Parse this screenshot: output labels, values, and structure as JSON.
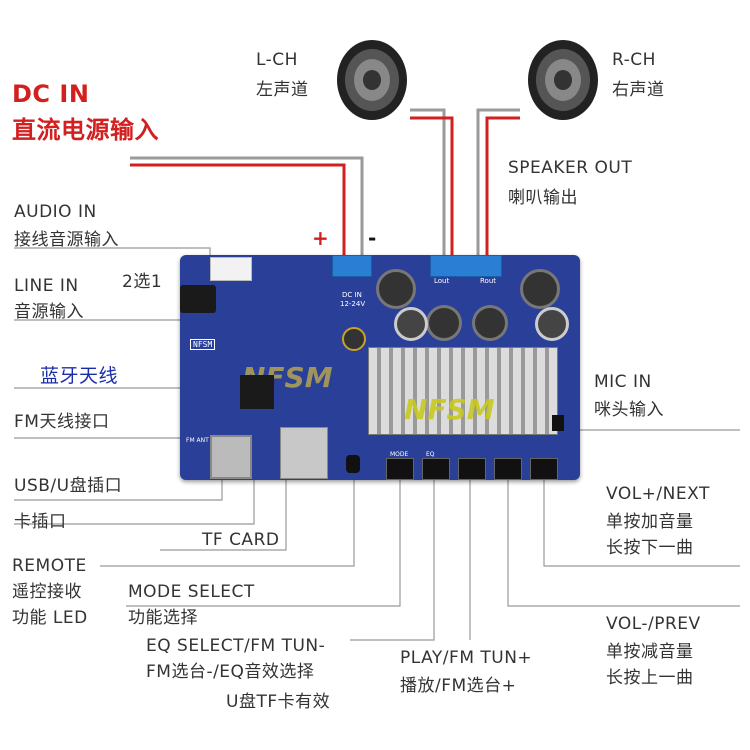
{
  "dc_in": {
    "en": "DC IN",
    "cn": "直流电源输入"
  },
  "l_ch": {
    "en": "L-CH",
    "cn": "左声道"
  },
  "r_ch": {
    "en": "R-CH",
    "cn": "右声道"
  },
  "speaker_out": {
    "en": "SPEAKER OUT",
    "cn": "喇叭输出"
  },
  "audio_in": {
    "en": "AUDIO IN",
    "cn": "接线音源输入"
  },
  "line_in": {
    "en": "LINE IN",
    "cn": "音源输入"
  },
  "select_2": "2选1",
  "bluetooth_antenna": "蓝牙天线",
  "fm_antenna": "FM天线接口",
  "usb": "USB/U盘插口",
  "card_slot": "卡插口",
  "tf_card": "TF CARD",
  "remote": {
    "en": "REMOTE",
    "cn1": "遥控接收",
    "cn2": "功能 LED"
  },
  "mode_select": {
    "en": "MODE SELECT",
    "cn": "功能选择"
  },
  "eq_select": {
    "en": "EQ SELECT/FM TUN-",
    "cn1": "FM选台-/EQ音效选择",
    "cn2": "U盘TF卡有效"
  },
  "play": {
    "en": "PLAY/FM TUN+",
    "cn": "播放/FM选台+"
  },
  "vol_down": {
    "en": "VOL-/PREV",
    "cn1": "单按减音量",
    "cn2": "长按上一曲"
  },
  "vol_up": {
    "en": "VOL+/NEXT",
    "cn1": "单按加音量",
    "cn2": "长按下一曲"
  },
  "mic_in": {
    "en": "MIC IN",
    "cn": "咪头输入"
  },
  "polarity": {
    "plus": "+",
    "minus": "-"
  },
  "board": {
    "brand": "NFSM",
    "watermark": "NFSM",
    "dc_label": "DC IN",
    "dc_volt": "12-24V",
    "fm_ant": "FM ANT",
    "lout": "Lout",
    "rout": "Rout",
    "mode_btn": "MODE",
    "eq_btn": "EQ"
  },
  "colors": {
    "pcb": "#2a3f98",
    "wire_red": "#d21f1f",
    "wire_gray": "#9a9a9a",
    "terminal": "#2a7fd4",
    "title_red": "#d21f1f",
    "bt_blue": "#1a2ca8"
  }
}
